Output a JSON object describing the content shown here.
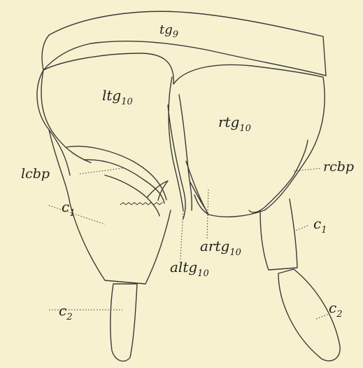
{
  "labels": {
    "tg9": {
      "main": "tg",
      "sub": "9"
    },
    "ltg10": {
      "main": "ltg",
      "sub": "10"
    },
    "rtg10": {
      "main": "rtg",
      "sub": "10"
    },
    "lcbp": {
      "main": "lcbp",
      "sub": ""
    },
    "rcbp": {
      "main": "rcbp",
      "sub": ""
    },
    "c1_left": {
      "main": "c",
      "sub": "1"
    },
    "c1_right": {
      "main": "c",
      "sub": "1"
    },
    "artg10": {
      "main": "artg",
      "sub": "10"
    },
    "altg10": {
      "main": "altg",
      "sub": "10"
    },
    "c2_left": {
      "main": "c",
      "sub": "2"
    },
    "c2_right": {
      "main": "c",
      "sub": "2"
    }
  },
  "colors": {
    "background": "#f7f1cf",
    "ink": "#3a3a3a"
  }
}
